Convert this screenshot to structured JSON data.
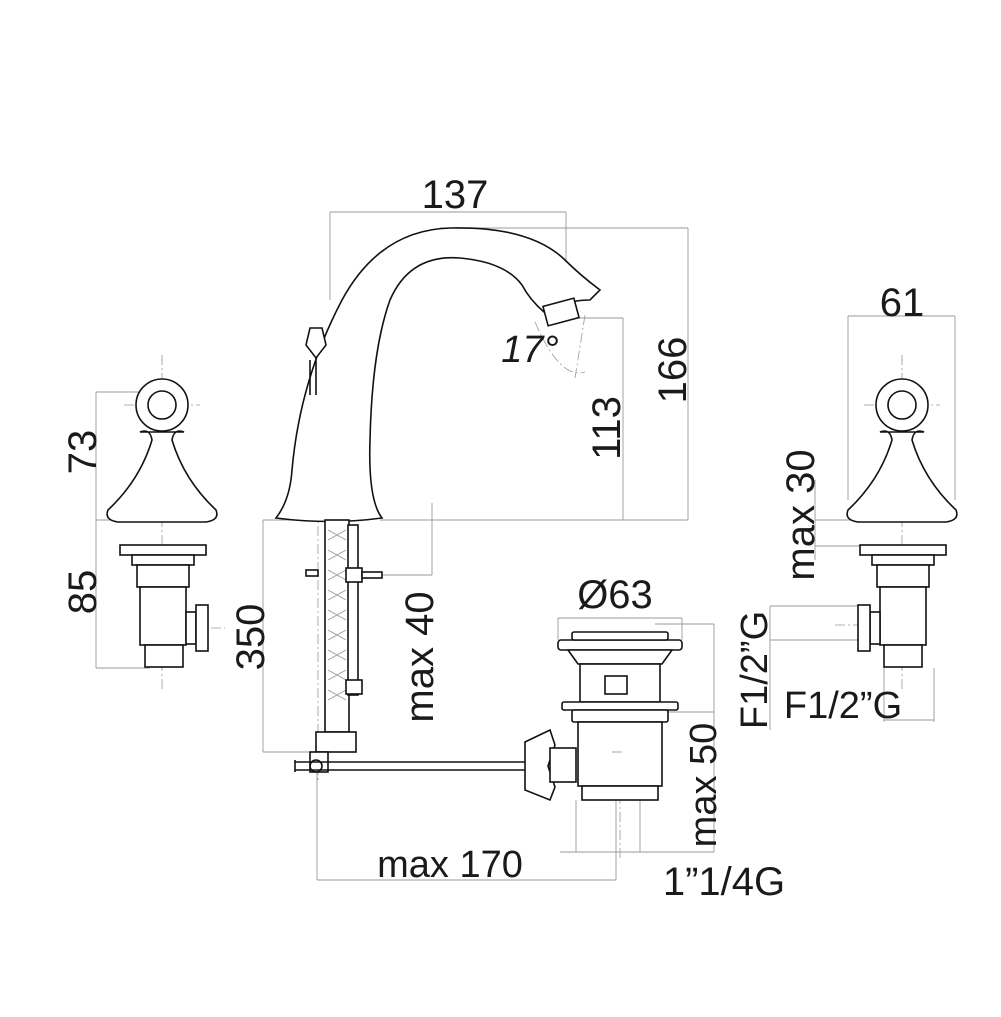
{
  "drawing": {
    "type": "technical-drawing",
    "subject": "three-hole basin mixer with pop-up waste",
    "line_color": "#111111",
    "dimension_line_color": "#999999",
    "labels": {
      "spout_reach": "137",
      "spout_height_total": "166",
      "spout_outlet_height": "113",
      "spout_angle": "17°",
      "handle_height": "73",
      "valve_body_height": "85",
      "hose_length": "350",
      "max_deck_thickness_spout": "max 40",
      "handle_width": "61",
      "max_deck_thickness_handle": "max 30",
      "waste_diameter": "Ø63",
      "connection_left": "F1/2”G",
      "connection_right": "F1/2”G",
      "waste_max_depth": "max 50",
      "rod_max_length": "max 170",
      "waste_thread": "1”1/4G"
    }
  }
}
